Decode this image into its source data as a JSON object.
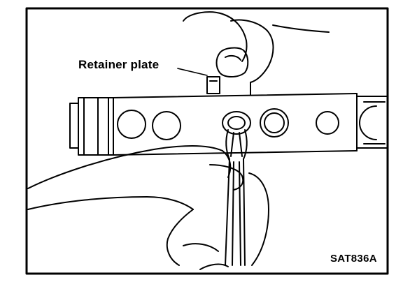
{
  "figure": {
    "callout_label": "Retainer plate",
    "figure_code": "SAT836A"
  },
  "colors": {
    "ink": "#000000",
    "paper": "#ffffff"
  },
  "icons": {
    "frame": "rectangle-border",
    "valve_body": "technical-line-drawing"
  }
}
